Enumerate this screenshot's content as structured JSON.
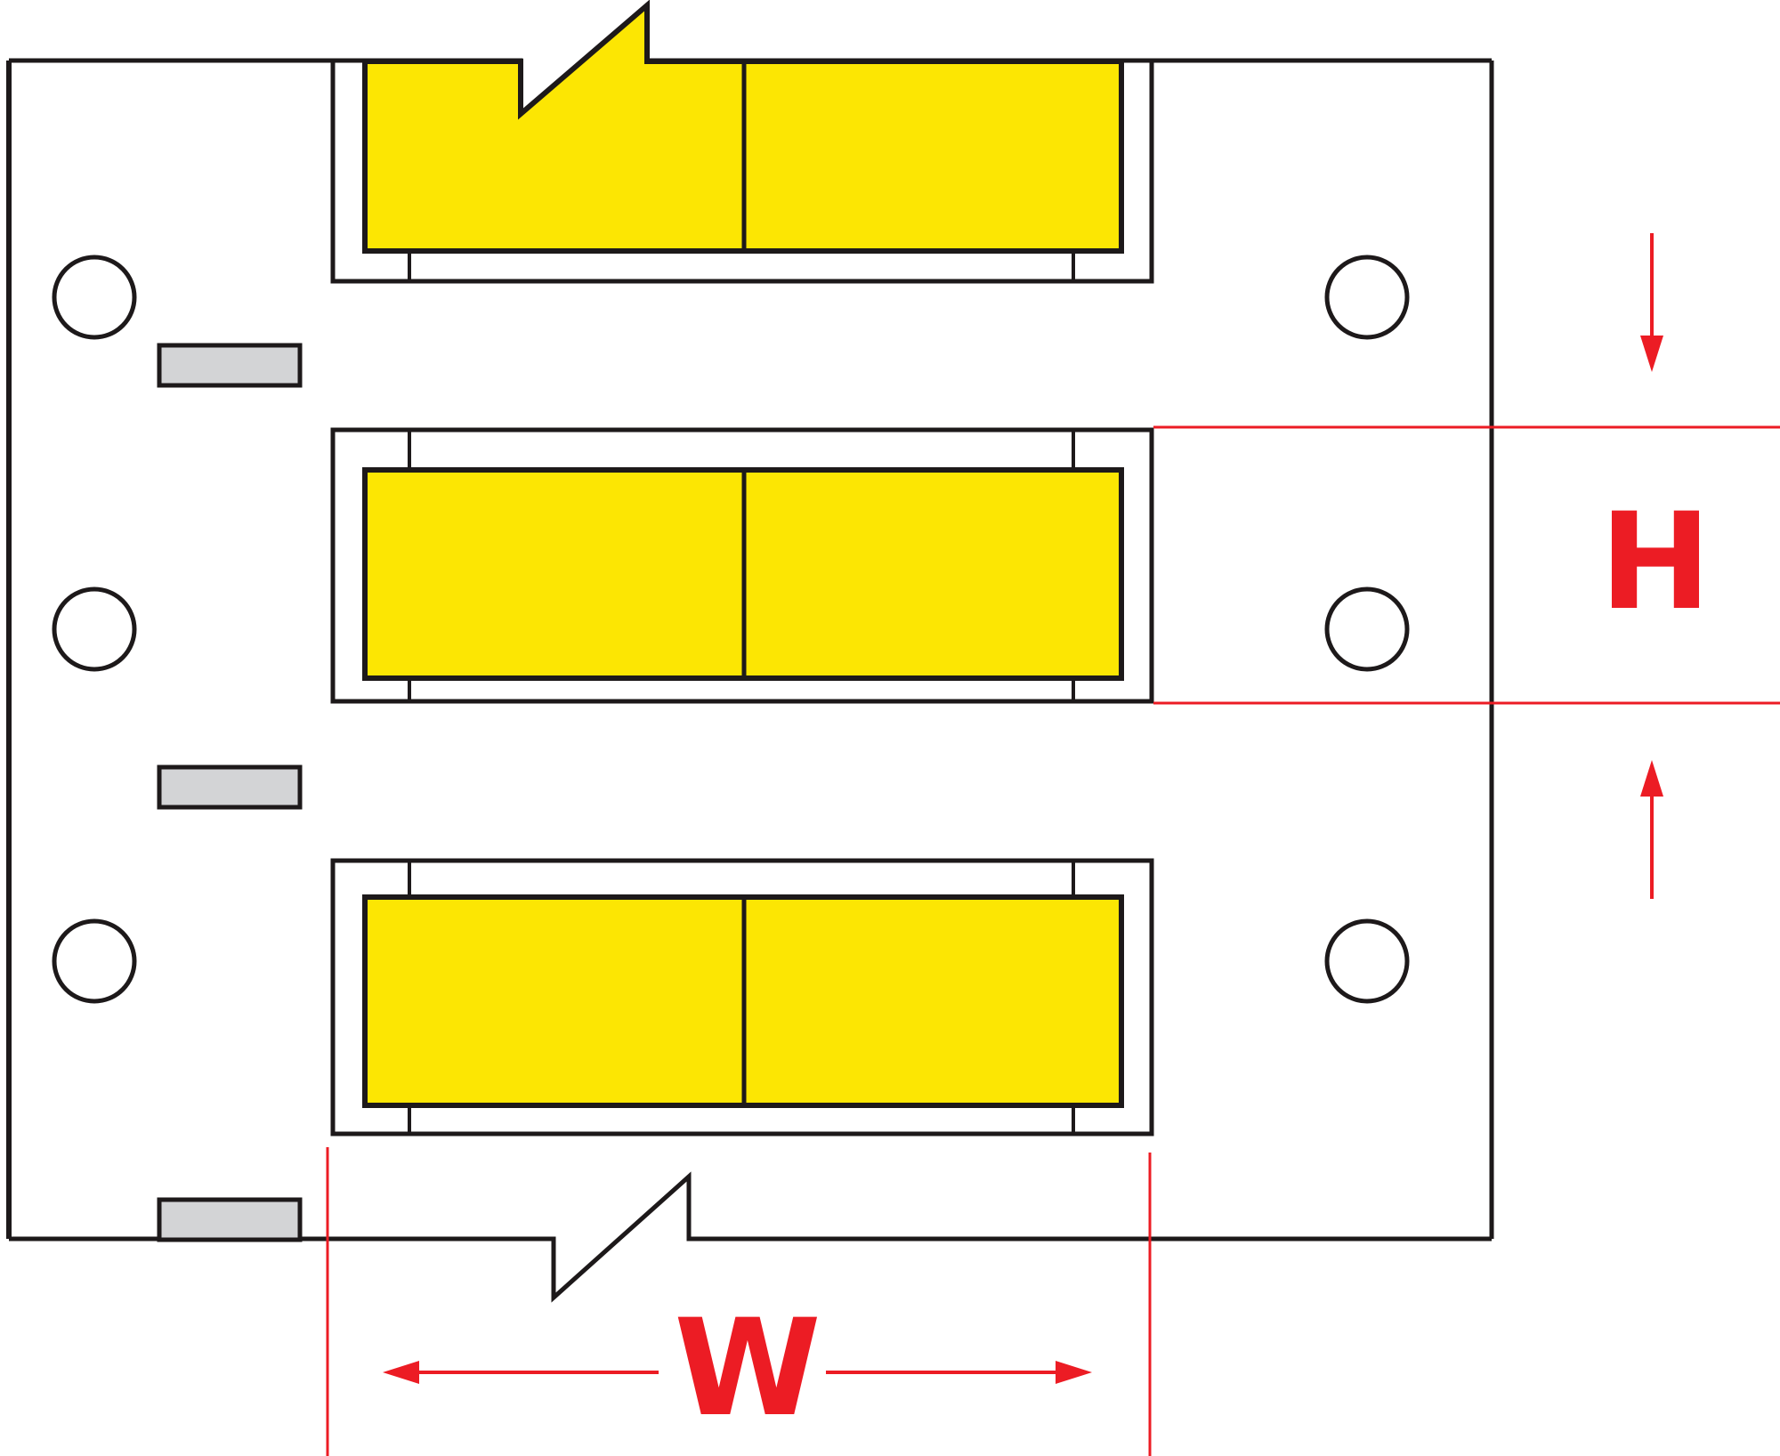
{
  "diagram": {
    "type": "product-dimension-diagram",
    "subject": "heat-shrink wire marker sleeves on carrier liner",
    "sleeve_rows": 3,
    "segments_per_sleeve": 2,
    "feed_holes_per_side": 3,
    "registration_marks": 3
  },
  "annotations": {
    "height_label": "H",
    "width_label": "W"
  },
  "colors": {
    "sleeve_yellow": "#FCE603",
    "dimension_red": "#EC1C24",
    "outline_black": "#1D191A",
    "notch_gray": "#D3D4D6",
    "background": "#FFFFFF"
  }
}
